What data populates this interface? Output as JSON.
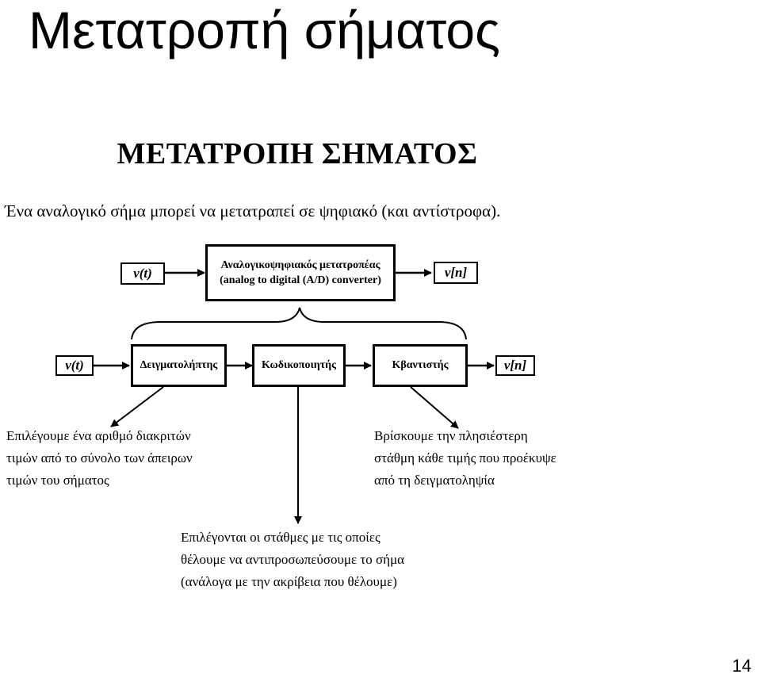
{
  "slide": {
    "title": "Μετατροπή σήματος",
    "page_number": "14"
  },
  "diagram": {
    "heading": "ΜΕΤΑΤΡΟΠΗ ΣΗΜΑΤΟΣ",
    "intro": "Ένα αναλογικό σήμα μπορεί να μετατραπεί σε ψηφιακό (και αντίστροφα).",
    "top_row": {
      "input": "v(t)",
      "converter_line1": "Αναλογικοψηφιακός μετατροπέας",
      "converter_line2": "(analog to digital (A/D) converter)",
      "output": "v[n]"
    },
    "bottom_row": {
      "input": "v(t)",
      "sampler": "Δειγματολήπτης",
      "encoder": "Κωδικοποιητής",
      "quantizer": "Κβαντιστής",
      "output": "v[n]"
    },
    "notes": {
      "sampler_note": [
        "Επιλέγουμε ένα αριθμό διακριτών",
        "τιμών από το σύνολο των άπειρων",
        "τιμών του σήματος"
      ],
      "quantizer_note": [
        "Βρίσκουμε την πλησιέστερη",
        "στάθμη κάθε τιμής που προέκυψε",
        "από τη δειγματοληψία"
      ],
      "encoder_note": [
        "Επιλέγονται οι στάθμες με τις οποίες",
        "θέλουμε να αντιπροσωπεύσουμε το σήμα",
        "(ανάλογα με την ακρίβεια που θέλουμε)"
      ]
    }
  }
}
